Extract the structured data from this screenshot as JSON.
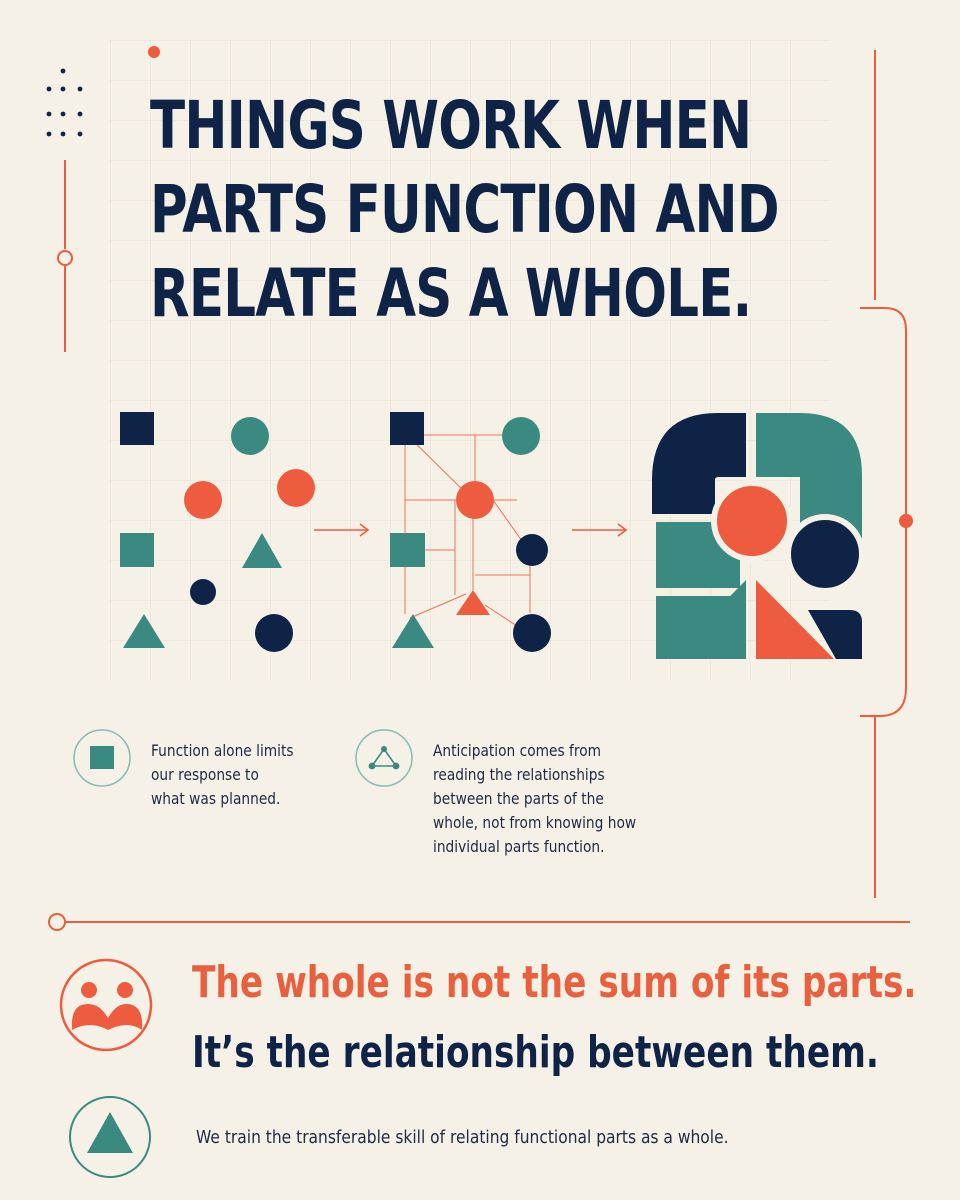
{
  "title": {
    "line1": "THINGS WORK WHEN",
    "line2": "PARTS FUNCTION AND",
    "line3": "RELATE AS A WHOLE."
  },
  "captions": {
    "function": {
      "lines": [
        "Function alone limits",
        "our response to",
        "what was planned."
      ],
      "icon": "square-icon"
    },
    "anticipation": {
      "lines": [
        "Anticipation comes from",
        "reading the relationships",
        "between the parts of the",
        "whole, not from knowing how",
        "individual parts function."
      ],
      "icon": "network-icon"
    }
  },
  "headline": {
    "line1": "The whole is not the sum of its parts.",
    "line2": "It’s the relationship between them.",
    "icon": "people-icon"
  },
  "tagline": {
    "text": "We train the transferable skill of relating functional parts as a whole.",
    "icon": "triangle-icon"
  },
  "colors": {
    "navy": "#0f2347",
    "teal": "#3a8a82",
    "coral": "#ee5c3f",
    "background": "#f6f1e7"
  }
}
